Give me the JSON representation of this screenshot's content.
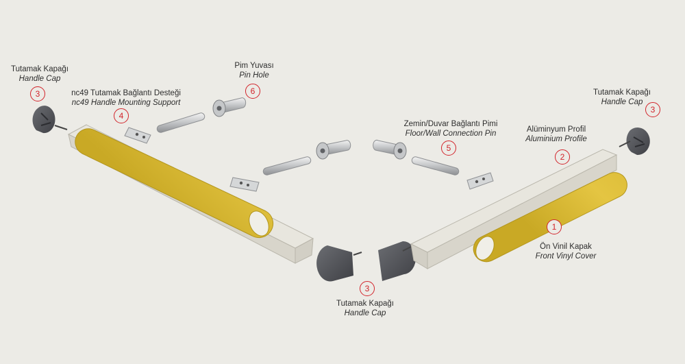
{
  "labels": {
    "cap_top_left": {
      "tr": "Tutamak Kapağı",
      "en": "Handle Cap",
      "num": "3"
    },
    "mounting_support": {
      "tr": "nc49 Tutamak Bağlantı Desteği",
      "en": "nc49 Handle Mounting Support",
      "num": "4"
    },
    "pin_hole": {
      "tr": "Pim Yuvası",
      "en": "Pin Hole",
      "num": "6"
    },
    "cap_top_right": {
      "tr": "Tutamak Kapağı",
      "en": "Handle Cap",
      "num": "3"
    },
    "connection_pin": {
      "tr": "Zemin/Duvar Bağlantı Pimi",
      "en": "Floor/Wall Connection Pin",
      "num": "5"
    },
    "aluminium_profile": {
      "tr": "Alüminyum Profil",
      "en": "Aluminium Profile",
      "num": "2"
    },
    "vinyl_cover": {
      "tr": "Ön Vinil Kapak",
      "en": "Front Vinyl Cover",
      "num": "1"
    },
    "cap_bottom": {
      "tr": "Tutamak Kapağı",
      "en": "Handle Cap",
      "num": "3"
    }
  },
  "colors": {
    "background": "#ecebe6",
    "badge": "#d2232a",
    "vinyl_cover": "#e4c542",
    "vinyl_shadow": "#c9a925",
    "profile": "#e6e4dc",
    "cap": "#55575c",
    "metal": "#b9bbbd"
  }
}
